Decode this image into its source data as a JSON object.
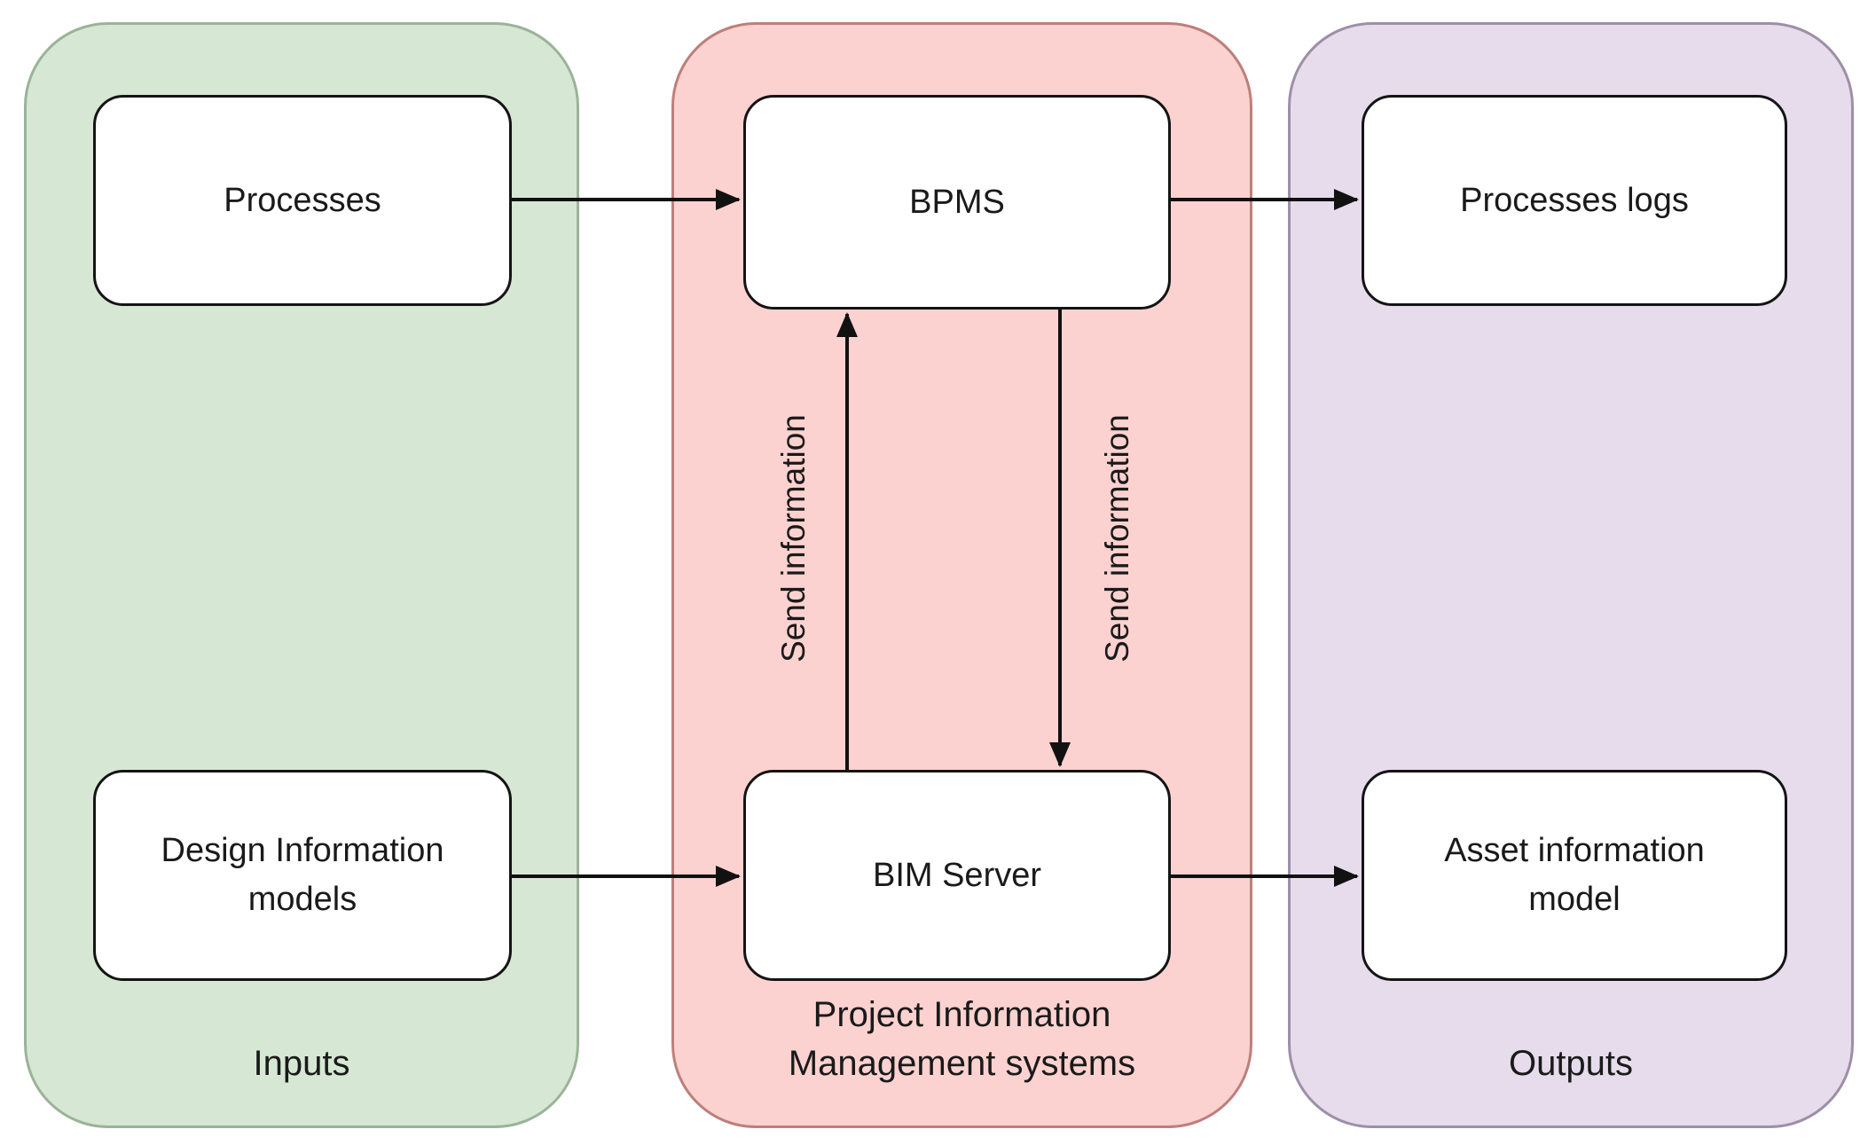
{
  "diagram": {
    "panels": {
      "inputs": {
        "label": "Inputs",
        "fill": "#d6e8d4",
        "border": "#9bb399"
      },
      "pims": {
        "label": "Project Information Management systems",
        "fill": "#fcd2d0",
        "border": "#bd7f7b"
      },
      "outputs": {
        "label": "Outputs",
        "fill": "#e6dcec",
        "border": "#9e8fa8"
      }
    },
    "nodes": {
      "processes": {
        "label": "Processes"
      },
      "design_models": {
        "label": "Design Information models"
      },
      "bpms": {
        "label": "BPMS"
      },
      "bim_server": {
        "label": "BIM Server"
      },
      "processes_logs": {
        "label": "Processes logs"
      },
      "asset_model": {
        "label": "Asset information model"
      }
    },
    "edges": {
      "bim_to_bpms": {
        "label": "Send information"
      },
      "bpms_to_bim": {
        "label": "Send information"
      }
    },
    "colors": {
      "arrow": "#111111",
      "node_border": "#141414"
    }
  }
}
